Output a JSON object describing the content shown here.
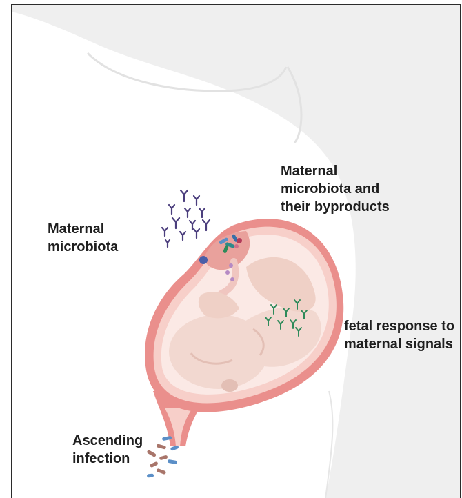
{
  "labels": {
    "maternal_microbiota": "Maternal\nmicrobiota",
    "byproducts": "Maternal\nmicrobiota and\ntheir byproducts",
    "fetal_response": "fetal response to\nmaternal signals",
    "ascending_infection": "Ascending\ninfection"
  },
  "colors": {
    "body_silhouette": "#efefef",
    "uterus_wall": "#ea8f8c",
    "uterus_inner": "#f7cfc9",
    "amniotic": "#fbe9e5",
    "fetus_skin": "#f2d8d0",
    "fetus_shadow": "#e3bfb5",
    "antibody_purple": "#4b3e7d",
    "antibody_green": "#2e8a5a",
    "bacteria_blue": "#5b8fc7",
    "bacteria_brown": "#a8756a"
  }
}
